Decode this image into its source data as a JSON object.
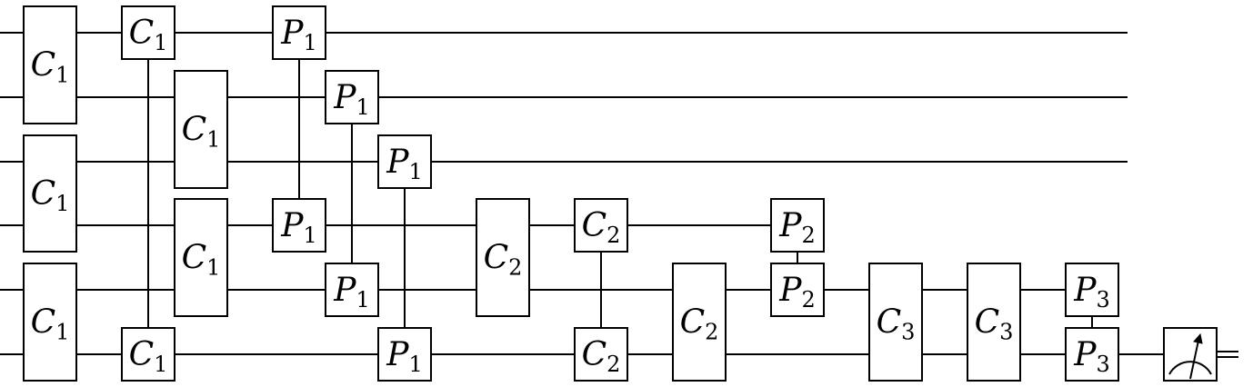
{
  "circuit": {
    "qubits": 6,
    "gates": [
      {
        "id": "g1",
        "label": "C",
        "sub": "1",
        "qubits": [
          0,
          1
        ]
      },
      {
        "id": "g2",
        "label": "C",
        "sub": "1",
        "qubits": [
          2,
          3
        ]
      },
      {
        "id": "g3",
        "label": "C",
        "sub": "1",
        "qubits": [
          4,
          5
        ]
      },
      {
        "id": "g4",
        "label": "C",
        "sub": "1",
        "qubits": [
          0,
          5
        ]
      },
      {
        "id": "g5",
        "label": "C",
        "sub": "1",
        "qubits": [
          1,
          2
        ]
      },
      {
        "id": "g6",
        "label": "C",
        "sub": "1",
        "qubits": [
          3,
          4
        ]
      },
      {
        "id": "g7",
        "label": "P",
        "sub": "1",
        "qubits": [
          0,
          3
        ]
      },
      {
        "id": "g8",
        "label": "P",
        "sub": "1",
        "qubits": [
          1,
          4
        ]
      },
      {
        "id": "g9",
        "label": "P",
        "sub": "1",
        "qubits": [
          2,
          5
        ]
      },
      {
        "id": "g10",
        "label": "C",
        "sub": "2",
        "qubits": [
          3,
          4
        ]
      },
      {
        "id": "g11",
        "label": "C",
        "sub": "2",
        "qubits": [
          3,
          5
        ]
      },
      {
        "id": "g12",
        "label": "C",
        "sub": "2",
        "qubits": [
          4,
          5
        ]
      },
      {
        "id": "g13",
        "label": "P",
        "sub": "2",
        "qubits": [
          3,
          4
        ]
      },
      {
        "id": "g14",
        "label": "C",
        "sub": "3",
        "qubits": [
          4,
          5
        ]
      },
      {
        "id": "g15",
        "label": "C",
        "sub": "3",
        "qubits": [
          4,
          5
        ]
      },
      {
        "id": "g16",
        "label": "P",
        "sub": "3",
        "qubits": [
          4,
          5
        ]
      }
    ],
    "measurement": {
      "qubit": 5
    }
  }
}
